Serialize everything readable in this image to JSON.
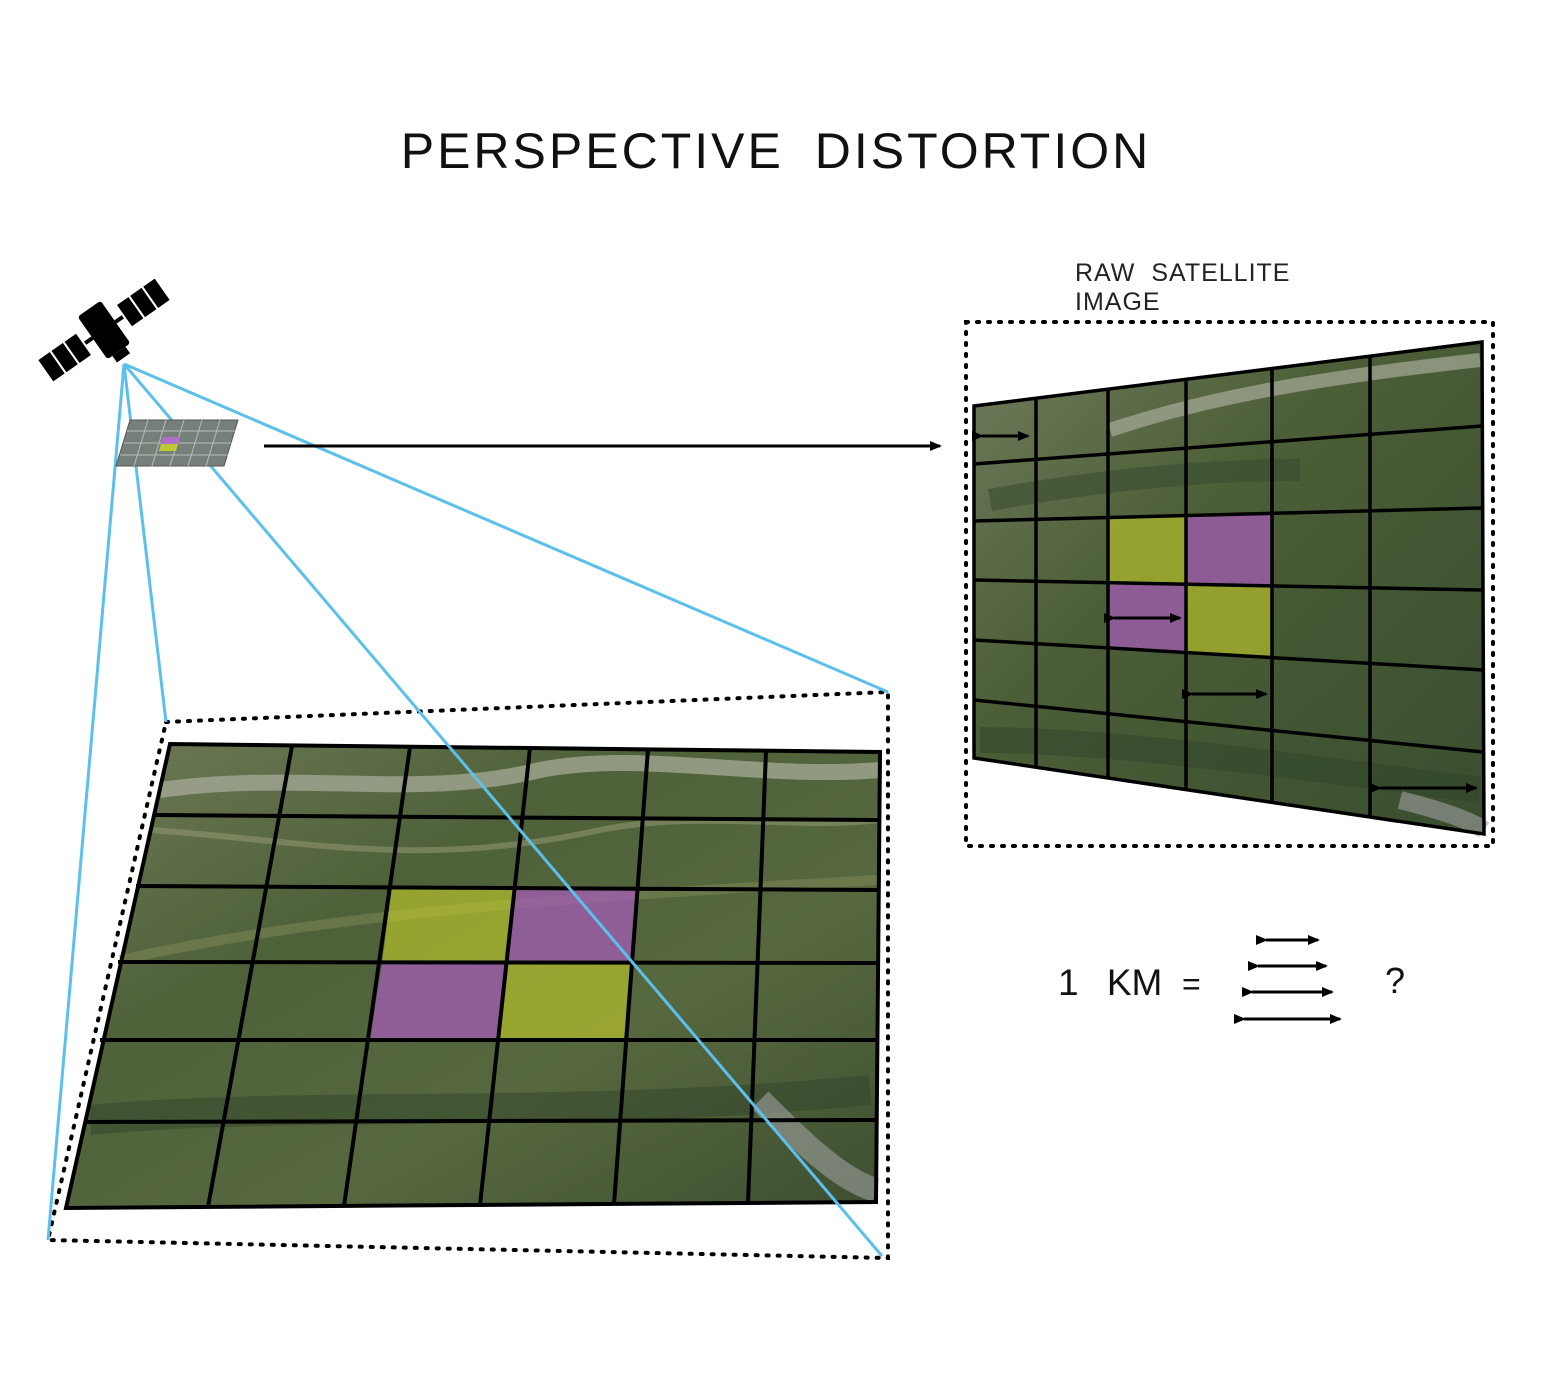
{
  "title": "PERSPECTIVE  DISTORTION",
  "raw_image_label": "RAW  SATELLITE  IMAGE",
  "equation": {
    "lhs": "1  KM",
    "equals": "=",
    "question": "?"
  },
  "colors": {
    "view_lines": "#5bc0eb",
    "terrain_dark": "#3f5233",
    "terrain_light": "#7d8a5e",
    "river": "#9aa090",
    "highlight_yellow": "#c7cf2a",
    "highlight_purple": "#a45cb6",
    "grid_line": "#000000"
  },
  "icons": [
    "satellite-icon",
    "double-arrow-icon"
  ]
}
